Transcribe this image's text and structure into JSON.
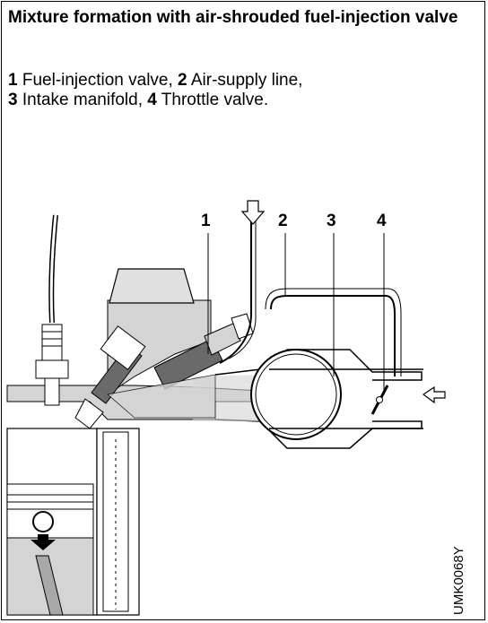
{
  "title": "Mixture formation with air-shrouded fuel-injection valve",
  "caption": {
    "line1": [
      {
        "num": "1",
        "text": " Fuel-injection valve, "
      },
      {
        "num": "2",
        "text": " Air-supply line,"
      }
    ],
    "line2": [
      {
        "num": "3",
        "text": " Intake manifold, "
      },
      {
        "num": "4",
        "text": " Throttle valve."
      }
    ]
  },
  "callouts": [
    "1",
    "2",
    "3",
    "4"
  ],
  "image_code": "UMK0068Y",
  "colors": {
    "dark_gray": "#6a6a6a",
    "mid_gray": "#a8a8a8",
    "light_gray": "#d4d4d4",
    "line": "#000000"
  }
}
